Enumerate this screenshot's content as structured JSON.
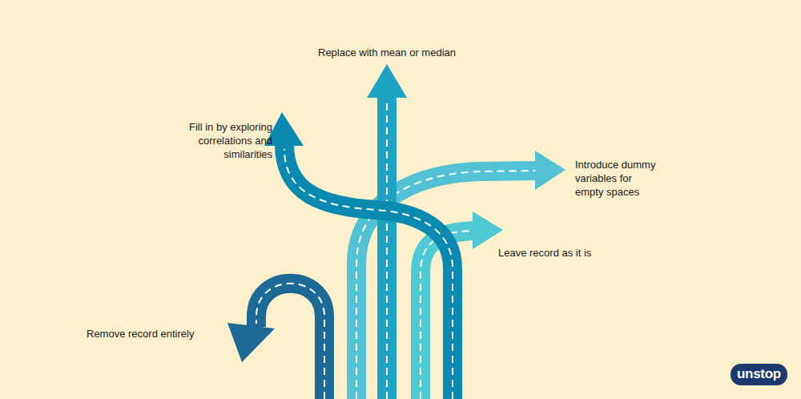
{
  "diagram": {
    "labels": [
      "Replace with mean or median",
      "Fill in by exploring correlations and similarities",
      "Introduce dummy variables for empty spaces",
      "Leave record as it is",
      "Remove record entirely",
      "unstop"
    ]
  }
}
